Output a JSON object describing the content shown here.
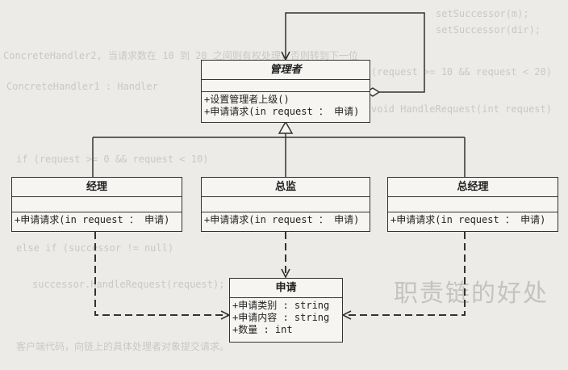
{
  "classes": {
    "handler": {
      "name": "管理者",
      "attributes": [],
      "operations": [
        "+设置管理者上级()",
        "+申请请求(in request ： 申请)"
      ]
    },
    "manager": {
      "name": "经理",
      "attributes": [],
      "operations": [
        "+申请请求(in request ： 申请)"
      ]
    },
    "director": {
      "name": "总监",
      "attributes": [],
      "operations": [
        "+申请请求(in request ： 申请)"
      ]
    },
    "general_manager": {
      "name": "总经理",
      "attributes": [],
      "operations": [
        "+申请请求(in request ： 申请)"
      ]
    },
    "request": {
      "name": "申请",
      "attributes": [
        "+申请类别 : string",
        "+申请内容 : string",
        "+数量 : int"
      ],
      "operations": []
    }
  },
  "background": {
    "heading": "职责链的好处",
    "code_lines": [
      "setSuccessor(m);",
      "setSuccessor(dir);",
      "ConcreteHandler2, 当请求数在 10 到 20 之间则有权处理，否则转到下一位",
      "(request >= 10 && request < 20)",
      "ConcreteHandler1 : Handler",
      "void HandleRequest(int request)",
      "if (request >= 0 && request < 10)",
      "else if (successor != null)",
      "successor.HandleRequest(request);",
      "客户端代码，向链上的具体处理者对象提交请求。"
    ]
  },
  "colors": {
    "line": "#333333",
    "background": "#ecebe8"
  }
}
